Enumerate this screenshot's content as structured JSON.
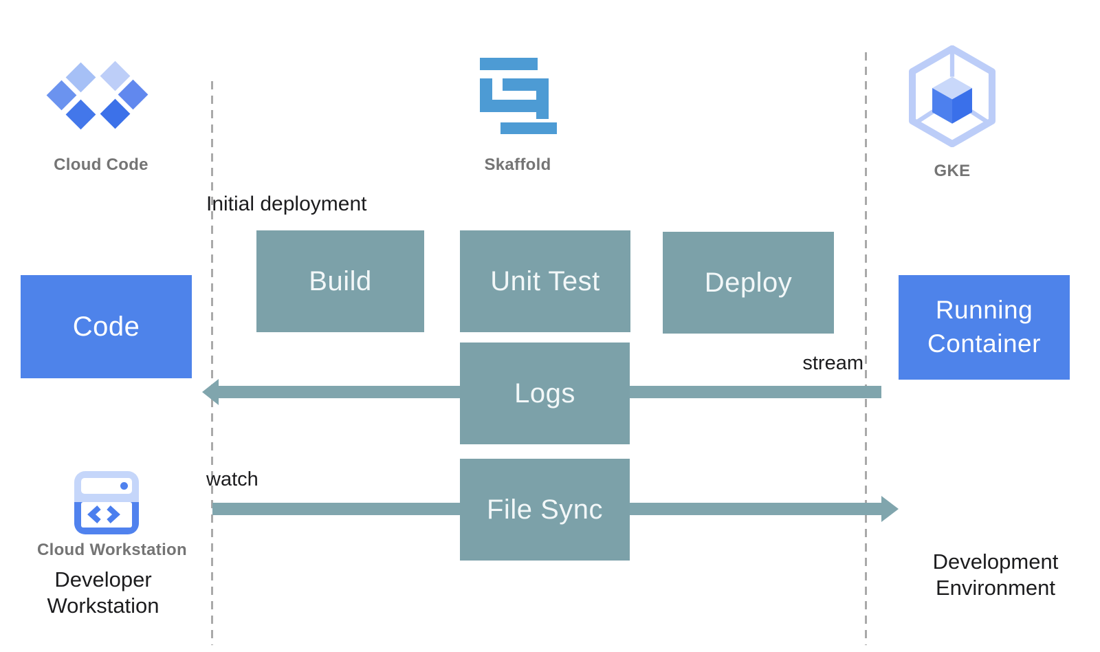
{
  "colors": {
    "process_box": "#7ca1a9",
    "arrow": "#80a5ad",
    "entity_box": "#4e83ea",
    "dashed_line": "#a9a9a9",
    "tool_label_gray": "#747474",
    "text_dark": "#1c1c1e",
    "skaffold_blue": "#4d9bd4",
    "google_blue": "#4d80ee"
  },
  "tools": {
    "cloud_code": {
      "label": "Cloud Code"
    },
    "skaffold": {
      "label": "Skaffold"
    },
    "gke": {
      "label": "GKE"
    }
  },
  "pipeline": {
    "annotation": "Initial deployment",
    "steps": [
      {
        "label": "Build"
      },
      {
        "label": "Unit Test"
      },
      {
        "label": "Deploy"
      }
    ]
  },
  "logs_flow": {
    "box_label": "Logs",
    "arrow_label": "stream",
    "direction": "right-to-left"
  },
  "file_sync_flow": {
    "box_label": "File Sync",
    "arrow_label": "watch",
    "direction": "left-to-right"
  },
  "entities": {
    "code": {
      "label": "Code"
    },
    "running_container": {
      "label": "Running Container"
    }
  },
  "workstation": {
    "icon_label": "Cloud Workstation",
    "zone_label": "Developer Workstation"
  },
  "environment": {
    "zone_label": "Development Environment"
  }
}
